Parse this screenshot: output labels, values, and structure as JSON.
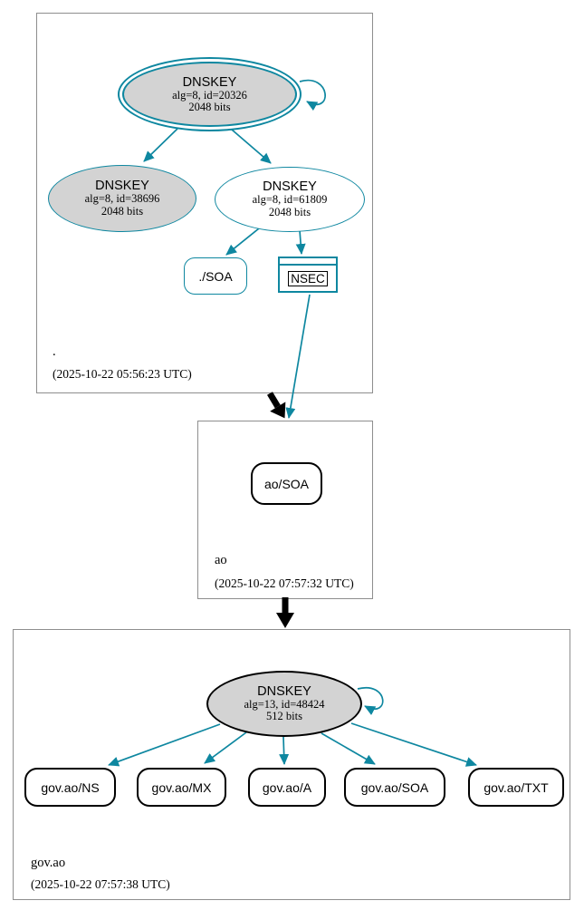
{
  "colors": {
    "edge_teal": "#0e87a0",
    "key_fill_gray": "#d3d3d3",
    "zone_border_gray": "#8e8e8e",
    "node_border_black": "#000000"
  },
  "zones": [
    {
      "name": ".",
      "timestamp": "(2025-10-22 05:56:23 UTC)",
      "ksk": {
        "title": "DNSKEY",
        "meta": "alg=8, id=20326",
        "bits": "2048 bits"
      },
      "zsk_left": {
        "title": "DNSKEY",
        "meta": "alg=8, id=38696",
        "bits": "2048 bits"
      },
      "zsk_right": {
        "title": "DNSKEY",
        "meta": "alg=8, id=61809",
        "bits": "2048 bits"
      },
      "soa": "./SOA",
      "nsec": "NSEC"
    },
    {
      "name": "ao",
      "timestamp": "(2025-10-22 07:57:32 UTC)",
      "soa": "ao/SOA"
    },
    {
      "name": "gov.ao",
      "timestamp": "(2025-10-22 07:57:38 UTC)",
      "dnskey": {
        "title": "DNSKEY",
        "meta": "alg=13, id=48424",
        "bits": "512 bits"
      },
      "rrsets": [
        "gov.ao/NS",
        "gov.ao/MX",
        "gov.ao/A",
        "gov.ao/SOA",
        "gov.ao/TXT"
      ]
    }
  ]
}
